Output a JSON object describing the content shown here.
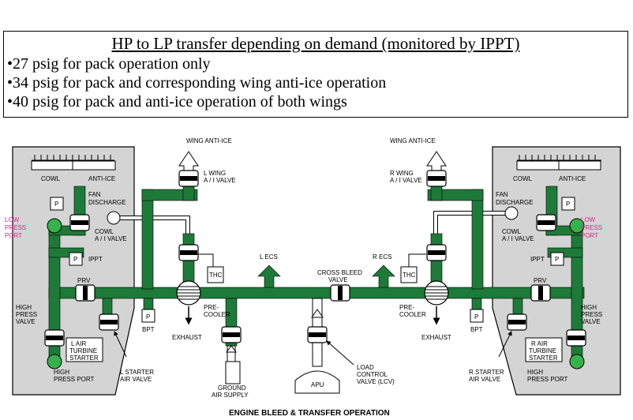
{
  "note": {
    "title": "HP to LP transfer depending on demand (monitored by IPPT)",
    "lines": [
      "•27 psig for pack operation only",
      "•34 psig for pack and corresponding wing anti-ice operation",
      "•40 psig for pack and anti-ice operation of both wings"
    ]
  },
  "diagram": {
    "caption": "ENGINE BLEED & TRANSFER OPERATION",
    "left": {
      "cowl": "COWL",
      "anti_ice": "ANTI-ICE",
      "p": "P",
      "fan_discharge_1": "FAN",
      "fan_discharge_2": "DISCHARGE",
      "low_press_port": [
        "LOW",
        "PRESS",
        "PORT"
      ],
      "cowl_valve": [
        "COWL",
        "A / I VALVE"
      ],
      "ippt": "IPPT",
      "prv": "PRV",
      "high_press_valve": [
        "HIGH",
        "PRESS",
        "VALVE"
      ],
      "starter": [
        "L AIR",
        "TURBINE",
        "STARTER"
      ],
      "high_press_port": [
        "HIGH",
        "PRESS PORT"
      ],
      "starter_valve": [
        "L STARTER",
        "AIR VALVE"
      ],
      "bpt": "BPT",
      "wing_anti_ice": "WING ANTI-ICE",
      "wing_valve": [
        "L WING",
        "A / I VALVE"
      ],
      "thc": "THC",
      "precooler": [
        "PRE-",
        "COOLER"
      ],
      "exhaust": "EXHAUST",
      "ecs": "L ECS"
    },
    "right": {
      "cowl": "COWL",
      "anti_ice": "ANTI-ICE",
      "p": "P",
      "fan_discharge_1": "FAN",
      "fan_discharge_2": "DISCHARGE",
      "low_press_port": [
        "LOW",
        "PRESS",
        "PORT"
      ],
      "cowl_valve": [
        "COWL",
        "A / I VALVE"
      ],
      "ippt": "IPPT",
      "prv": "PRV",
      "high_press_valve": [
        "HIGH",
        "PRESS",
        "VALVE"
      ],
      "starter": [
        "R AIR",
        "TURBINE",
        "STARTER"
      ],
      "high_press_port": [
        "HIGH",
        "PRESS PORT"
      ],
      "starter_valve": [
        "R STARTER",
        "AIR VALVE"
      ],
      "bpt": "BPT",
      "wing_anti_ice": "WING ANTI-ICE",
      "wing_valve": [
        "R WING",
        "A / I VALVE"
      ],
      "thc": "THC",
      "precooler": [
        "PRE-",
        "COOLER"
      ],
      "exhaust": "EXHAUST",
      "ecs": "R ECS"
    },
    "center": {
      "cross_bleed": [
        "CROSS BLEED",
        "VALVE"
      ],
      "ground_air": [
        "GROUND",
        "AIR SUPPLY"
      ],
      "apu": "APU",
      "load_control": [
        "LOAD",
        "CONTROL",
        "VALVE (LCV)"
      ]
    },
    "colors": {
      "duct": "#1e7a38",
      "nacelle": "#d4d4d4",
      "port": "#35b24a",
      "magenta": "#e0208a"
    }
  }
}
